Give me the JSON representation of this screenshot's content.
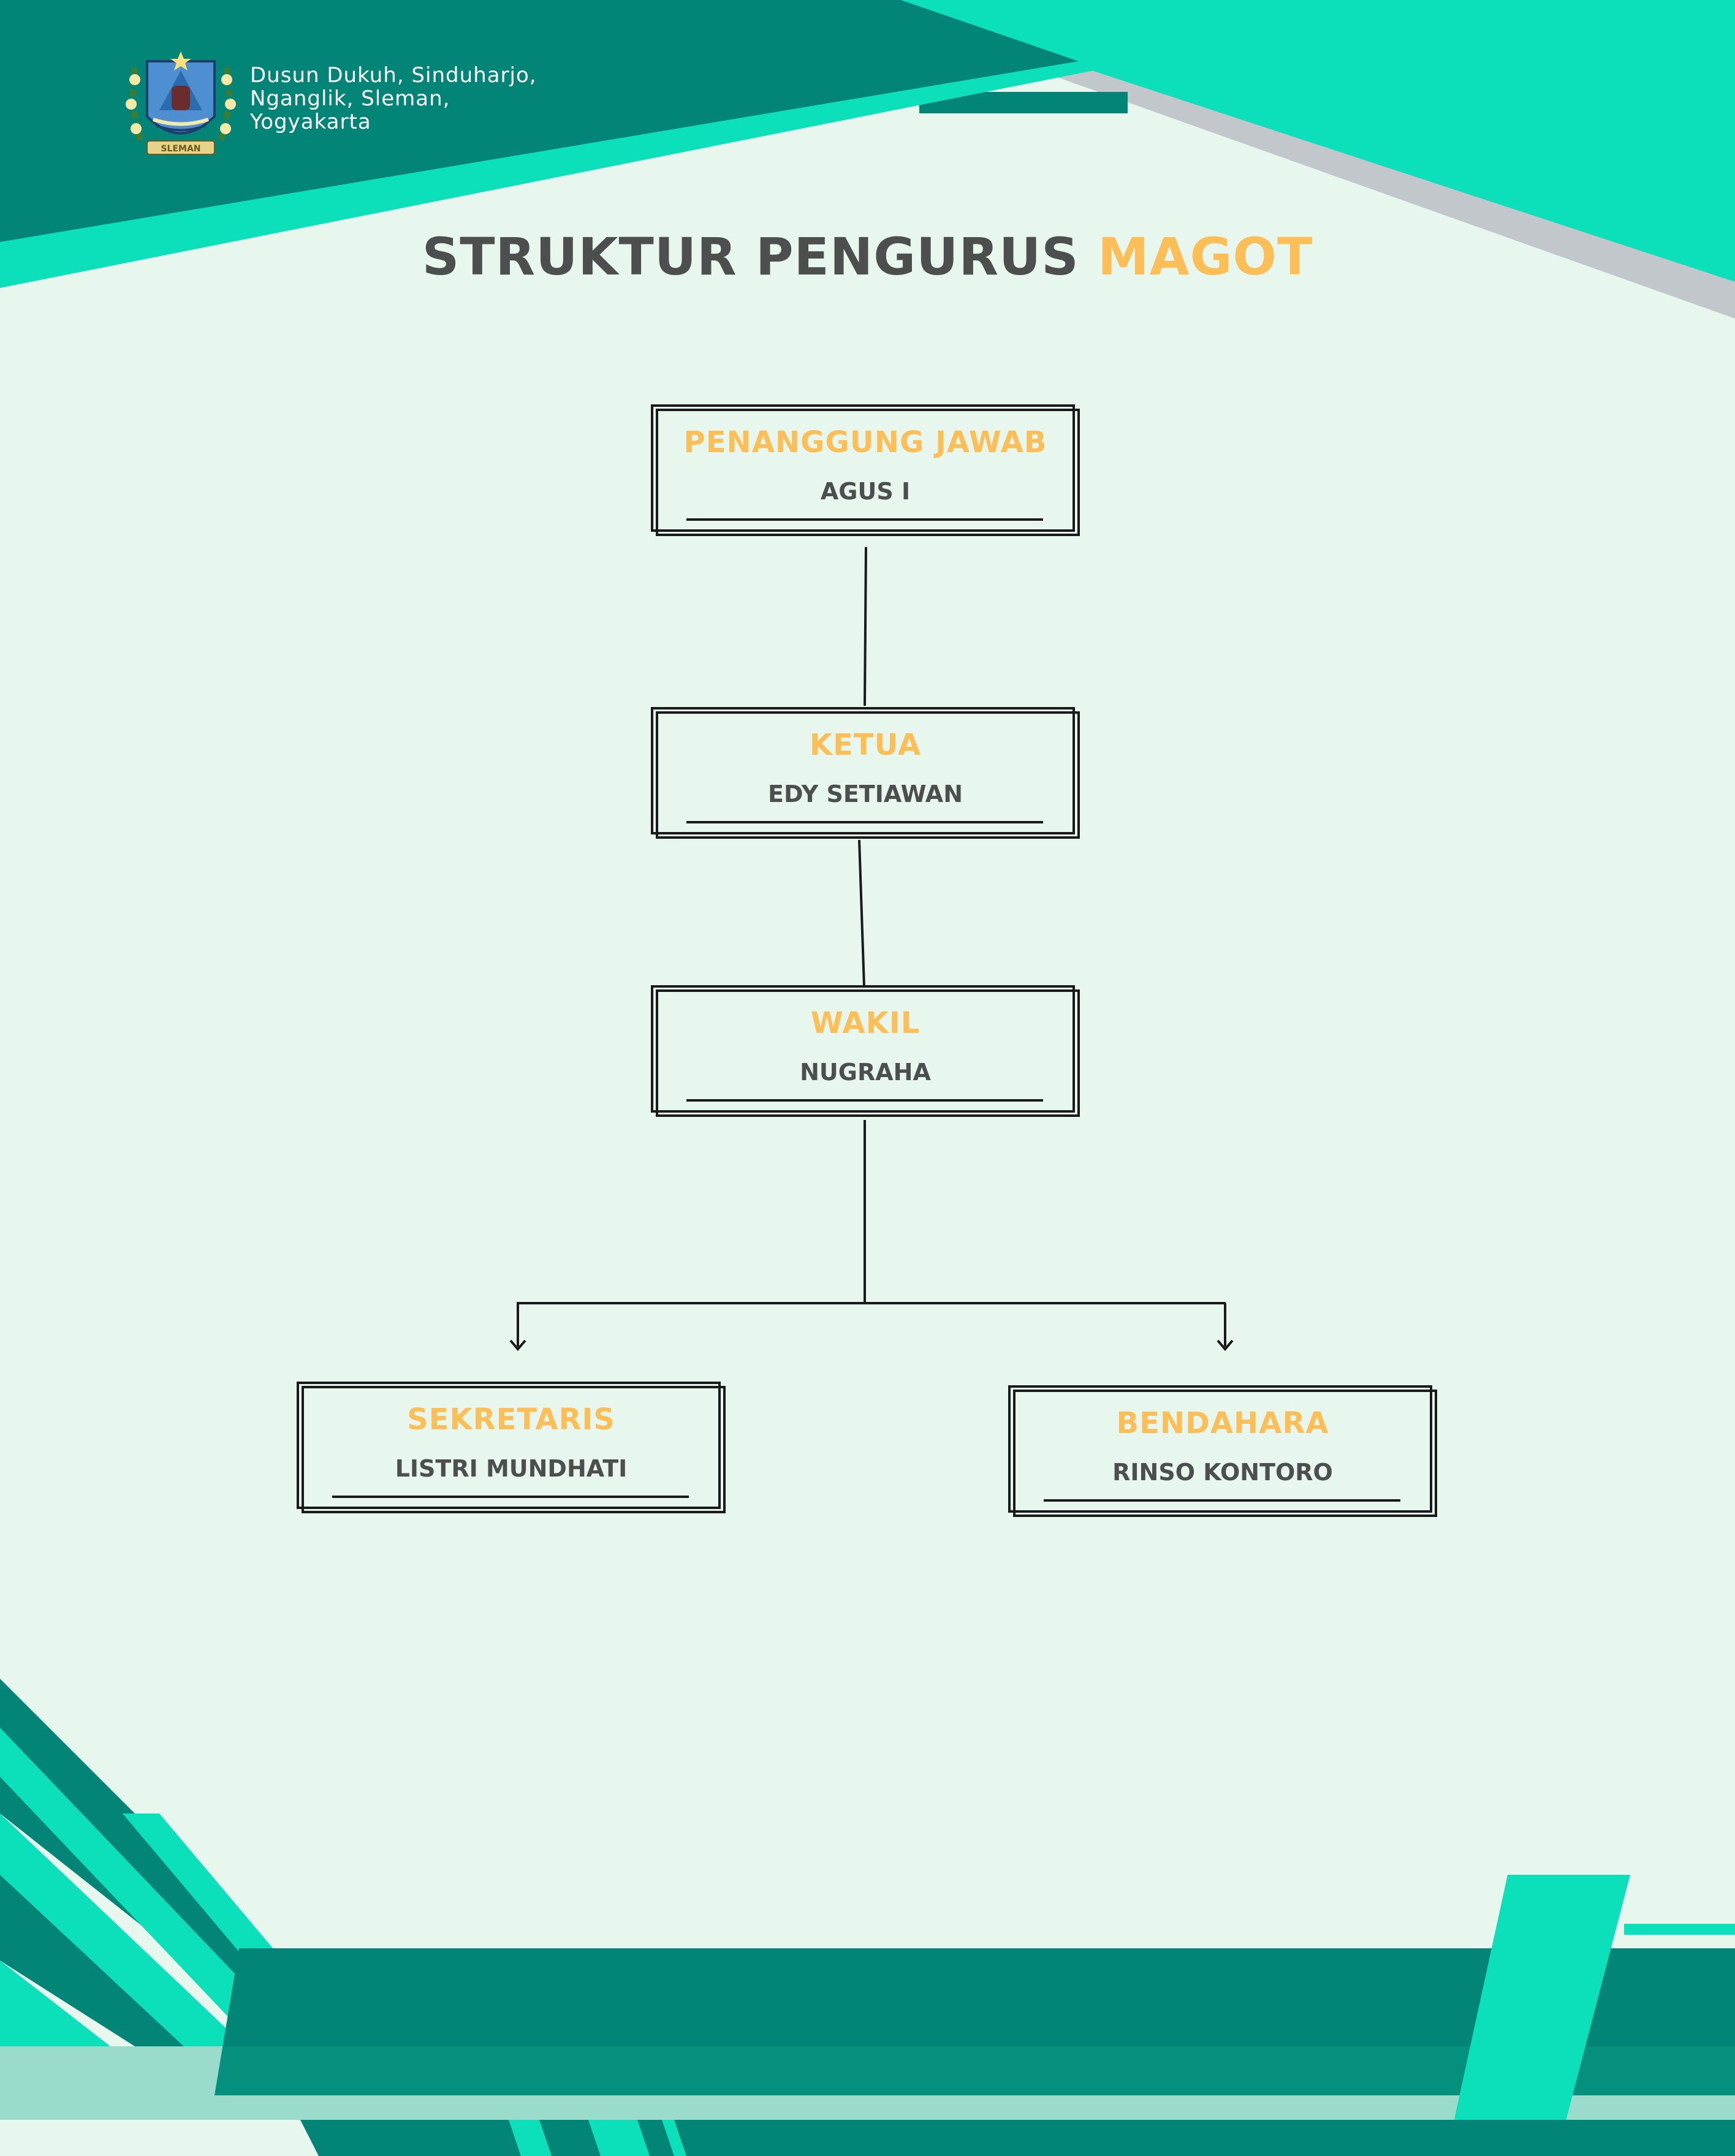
{
  "header": {
    "address_lines": [
      "Dusun Dukuh, Sinduharjo,",
      "Nganglik, Sleman,",
      "Yogyakarta"
    ]
  },
  "logo": {
    "icon": "sleman-regency-emblem-icon",
    "banner_text": "SLEMAN"
  },
  "title": {
    "main": "STRUKTUR PENGURUS ",
    "accent": "MAGOT"
  },
  "org_chart": {
    "penanggung_jawab": {
      "role": "PENANGGUNG JAWAB",
      "name": "AGUS I"
    },
    "ketua": {
      "role": "KETUA",
      "name": "EDY SETIAWAN"
    },
    "wakil": {
      "role": "WAKIL",
      "name": "NUGRAHA"
    },
    "sekretaris": {
      "role": "SEKRETARIS",
      "name": "LISTRI MUNDHATI"
    },
    "bendahara": {
      "role": "BENDAHARA",
      "name": "RINSO KONTORO"
    }
  },
  "colors": {
    "background": "#e8f7ee",
    "dark_teal": "#028577",
    "bright_teal": "#0ce0bb",
    "gray_stripe": "#c2c7cc",
    "accent_orange": "#fcbf58",
    "text_dark": "#4d4f4e"
  }
}
